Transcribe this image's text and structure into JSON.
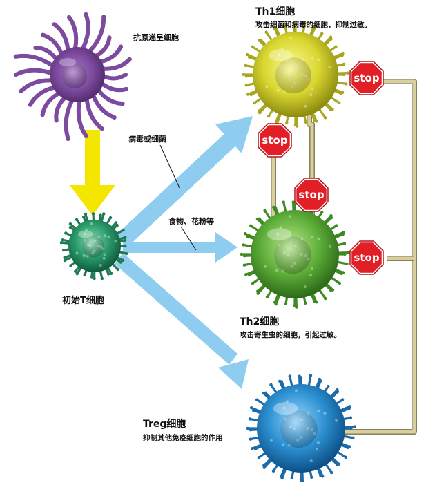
{
  "labels": {
    "apc": "抗原递呈细胞",
    "naive": "初始T细胞",
    "path_bacteria": "病毒或细菌",
    "path_food": "食物、花粉等",
    "th1_title": "Th1细胞",
    "th1_desc": "攻击细菌和病毒的细胞，抑制过敏。",
    "th2_title": "Th2细胞",
    "th2_desc": "攻击寄生虫的细胞，引起过敏。",
    "treg_title": "Treg细胞",
    "treg_desc": "抑制其他免疫细胞的作用"
  },
  "stop_text": "stop",
  "colors": {
    "arrow_blue": "#8fcdf0",
    "arrow_yellow": "#f5e600",
    "connector": "#d8cfa0",
    "stop_red": "#e21e26",
    "apc": "#7c4a9e",
    "naive": "#2a9a6a",
    "th1": "#d8d630",
    "th2": "#5fae3a",
    "treg": "#2c8fd0"
  }
}
